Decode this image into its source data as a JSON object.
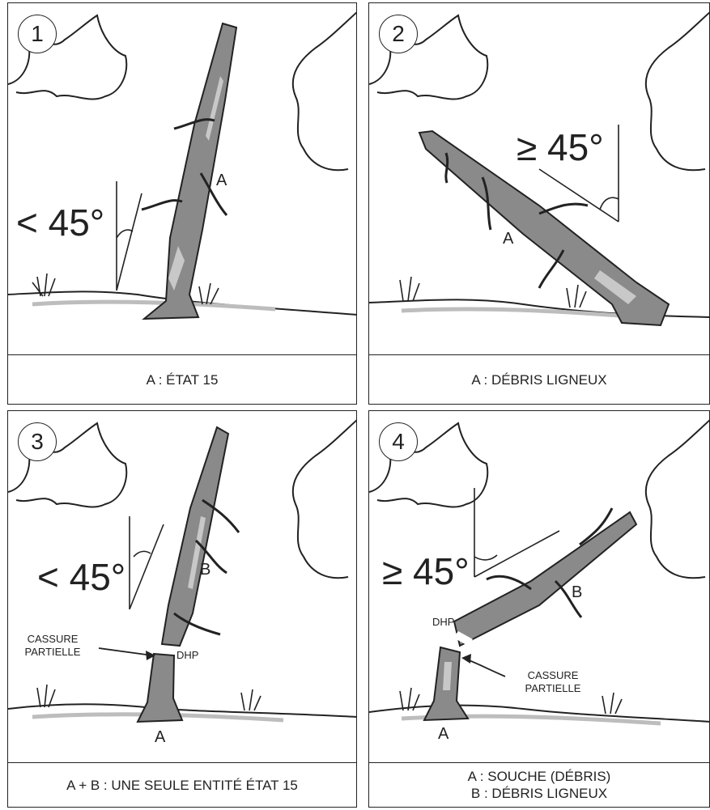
{
  "panels": [
    {
      "number": "1",
      "angle": "< 45°",
      "labels": [
        "A"
      ],
      "caption": [
        "A : ÉTAT 15"
      ]
    },
    {
      "number": "2",
      "angle": "≥ 45°",
      "labels": [
        "A"
      ],
      "caption": [
        "A : DÉBRIS LIGNEUX"
      ]
    },
    {
      "number": "3",
      "angle": "< 45°",
      "labels": [
        "B",
        "A"
      ],
      "break_label": "CASSURE PARTIELLE",
      "dhp": "DHP",
      "caption": [
        "A + B : UNE SEULE ENTITÉ ÉTAT 15"
      ]
    },
    {
      "number": "4",
      "angle": "≥ 45°",
      "labels": [
        "B",
        "A"
      ],
      "break_label": "CASSURE PARTIELLE",
      "dhp": "DHP",
      "caption": [
        "A : SOUCHE (DÉBRIS)",
        "B : DÉBRIS LIGNEUX"
      ]
    }
  ],
  "colors": {
    "trunk": "#8a8a8a",
    "trunk_highlight": "#c8c8c8",
    "ground_shadow": "#bdbdbd",
    "line": "#222222"
  }
}
